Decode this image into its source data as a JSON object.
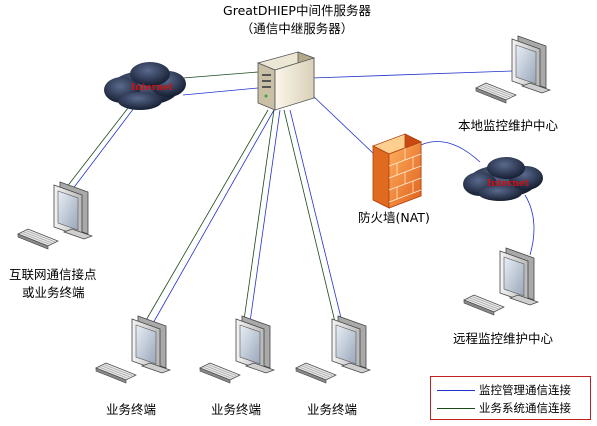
{
  "title": {
    "line1": "GreatDHIEP中间件服务器",
    "line2": "（通信中继服务器）"
  },
  "clouds": {
    "left": "Internet",
    "right": "Internet"
  },
  "labels": {
    "local_center": "本地监控维护中心",
    "firewall": "防火墙(NAT)",
    "internet_node_line1": "互联网通信接点",
    "internet_node_line2": "或业务终端",
    "remote_center": "远程监控维护中心",
    "terminal_1": "业务终端",
    "terminal_2": "业务终端",
    "terminal_3": "业务终端"
  },
  "legend": {
    "monitor": {
      "label": "监控管理通信连接",
      "color": "#2233cc"
    },
    "business": {
      "label": "业务系统通信连接",
      "color": "#1a4a1a"
    }
  }
}
